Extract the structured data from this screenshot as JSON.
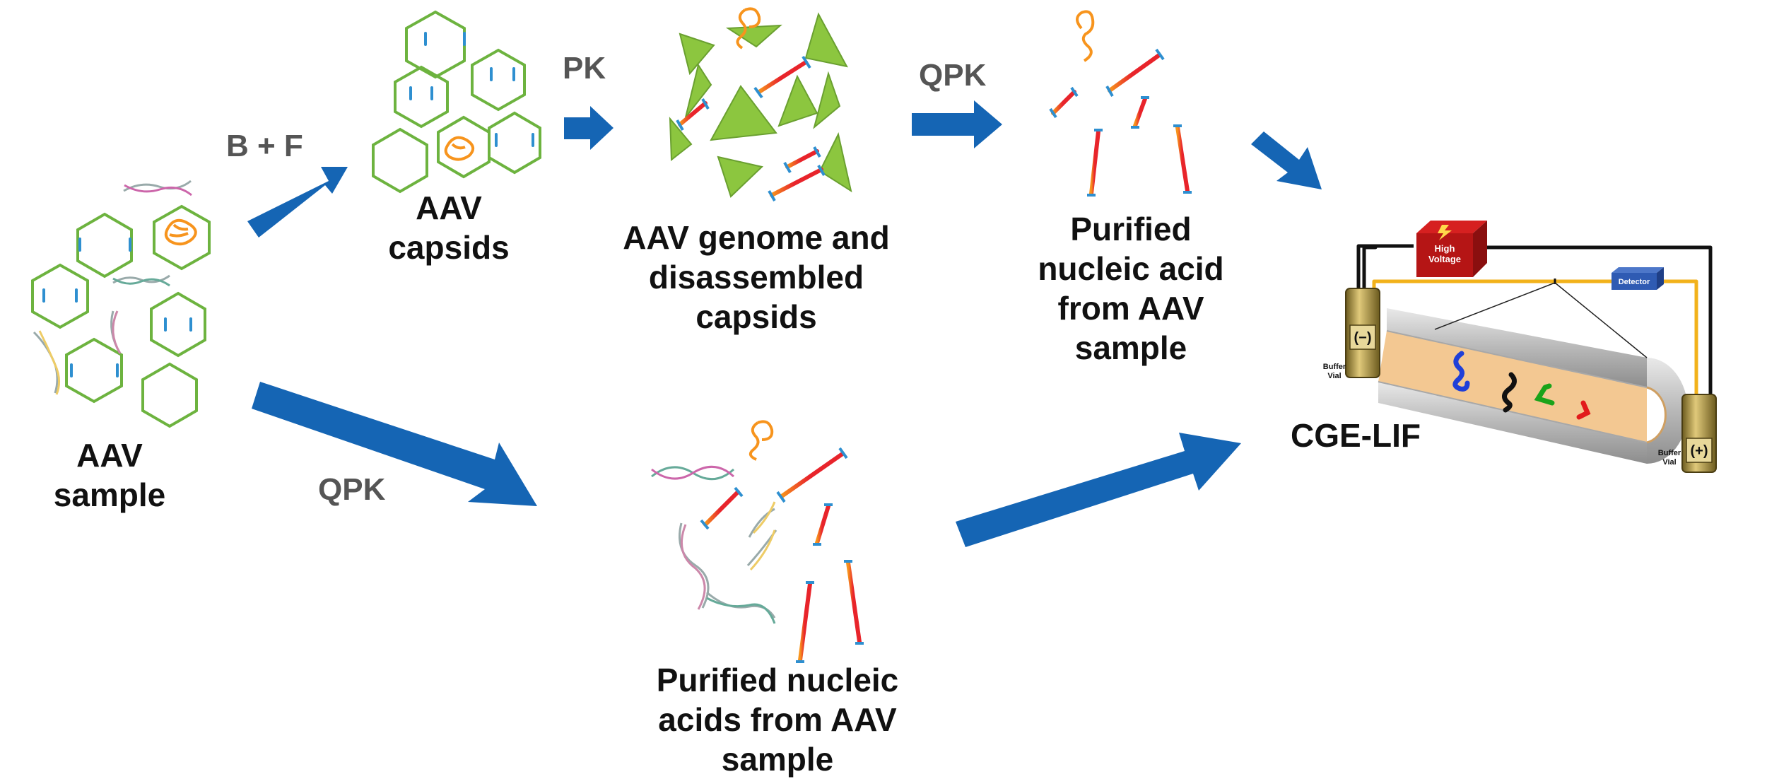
{
  "labels": {
    "aav_sample": "AAV\nsample",
    "aav_capsids": "AAV\ncapsids",
    "genome_disassembled": "AAV genome and\ndisassembled\ncapsids",
    "purified_acid": "Purified\nnucleic acid\nfrom AAV\nsample",
    "purified_acids": "Purified nucleic\nacids from AAV\nsample",
    "cge_lif": "CGE-LIF"
  },
  "steps": {
    "bf": "B + F",
    "pk": "PK",
    "qpk_top": "QPK",
    "qpk_bottom": "QPK"
  },
  "instrument": {
    "high_voltage": "High\nVoltage",
    "detector": "Detector",
    "minus": "(−)",
    "plus": "(+)",
    "buffer_vial_left": "Buffer\nVial",
    "buffer_vial_right": "Buffer\nVial"
  },
  "colors": {
    "arrow": "#1565b4",
    "capsid": "#6db33f",
    "fragment": "#8cc63f",
    "genome_red": "#e8242b",
    "genome_orange": "#f7941d",
    "cap_blue": "#2e8fd0"
  }
}
